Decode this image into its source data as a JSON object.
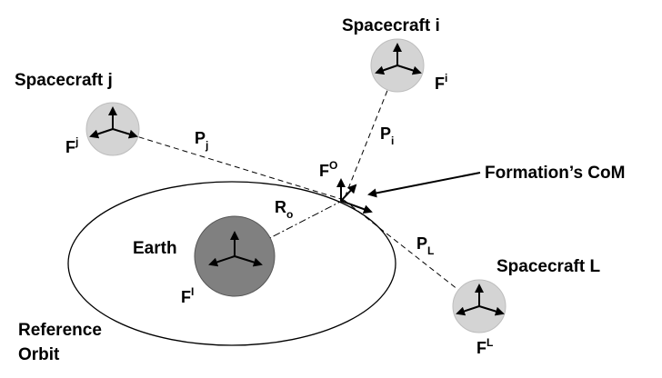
{
  "labels": {
    "spacecraft_i": "Spacecraft i",
    "spacecraft_j": "Spacecraft j",
    "spacecraft_l": "Spacecraft L",
    "earth": "Earth",
    "reference_orbit_line1": "Reference",
    "reference_orbit_line2": "Orbit",
    "formation_com": "Formation’s CoM"
  },
  "symbols": {
    "frame_i": {
      "base": "F",
      "sup": "i"
    },
    "frame_j": {
      "base": "F",
      "sup": "j"
    },
    "frame_l": {
      "base": "F",
      "sup": "L"
    },
    "frame_inertial": {
      "base": "F",
      "sup": "I"
    },
    "frame_orbit": {
      "base": "F",
      "sup": "O"
    },
    "p_i": {
      "base": "P",
      "sub": "i"
    },
    "p_j": {
      "base": "P",
      "sub": "j"
    },
    "p_l": {
      "base": "P",
      "sub": "L"
    },
    "r_o": {
      "base": "R",
      "sub": "o"
    }
  },
  "colors": {
    "spacecraft_fill": "#d4d4d4",
    "earth_fill": "#808080",
    "line": "#000000"
  }
}
